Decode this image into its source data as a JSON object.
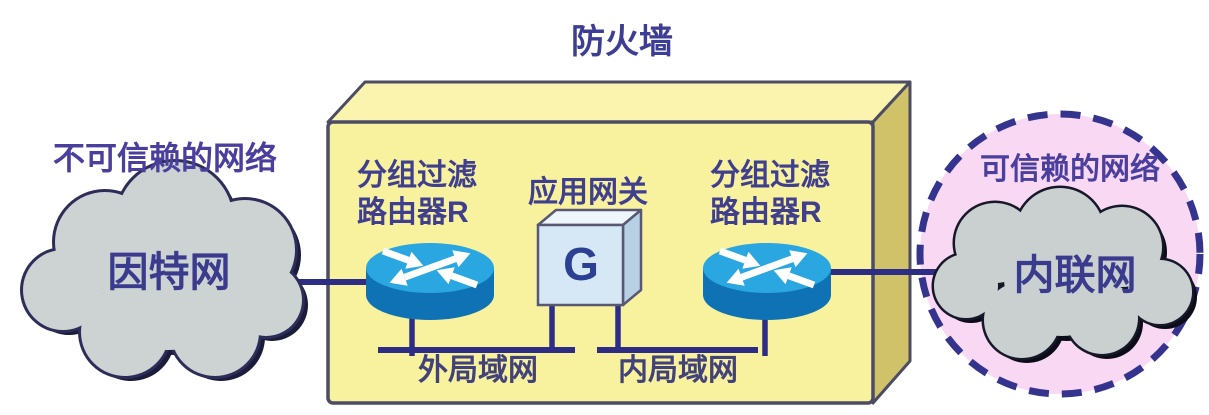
{
  "diagram": {
    "title": "防火墙",
    "left_zone": {
      "label": "不可信赖的网络",
      "cloud_label": "因特网"
    },
    "firewall": {
      "left_router": {
        "line1": "分组过滤",
        "line2": "路由器R"
      },
      "gateway": {
        "label": "应用网关",
        "letter": "G"
      },
      "right_router": {
        "line1": "分组过滤",
        "line2": "路由器R"
      },
      "outer_lan_label": "外局域网",
      "inner_lan_label": "内局域网"
    },
    "right_zone": {
      "label": "可信赖的网络",
      "cloud_label": "内联网"
    },
    "icons": {
      "router": "cisco-router-crossed-arrows",
      "gateway": "3d-cube-with-letter-G",
      "network": "cloud-shape",
      "trusted_boundary": "dashed-circle"
    },
    "colors": {
      "firewall_front": "#f8f19e",
      "firewall_top": "#faf4ae",
      "firewall_side": "#d0c269",
      "router_top": "#2aa6e1",
      "router_body": "#0f72b4",
      "gateway_front": "#d6e8f6",
      "line": "#2d2d85",
      "text": "#3d3d8f",
      "cloud_fill": "#cdd3d2",
      "trusted_fill": "#f9d8f4",
      "trusted_dash": "#34348e"
    }
  }
}
